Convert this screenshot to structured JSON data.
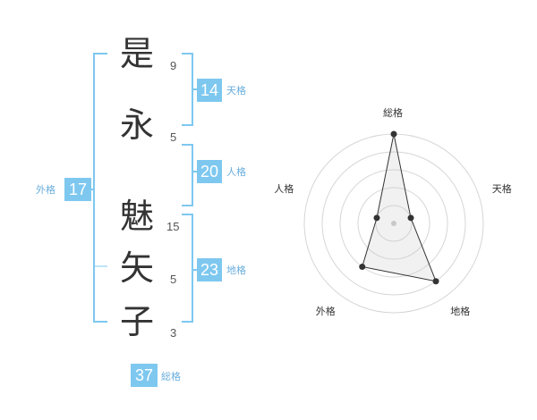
{
  "name_chars": [
    {
      "char": "是",
      "strokes": "9"
    },
    {
      "char": "永",
      "strokes": "5"
    },
    {
      "char": "魅",
      "strokes": "15"
    },
    {
      "char": "矢",
      "strokes": "5"
    },
    {
      "char": "子",
      "strokes": "3"
    }
  ],
  "fortunes": {
    "tenkaku": {
      "label": "天格",
      "value": "14"
    },
    "jinkaku": {
      "label": "人格",
      "value": "20"
    },
    "chikaku": {
      "label": "地格",
      "value": "23"
    },
    "gaikaku": {
      "label": "外格",
      "value": "17"
    },
    "soukaku": {
      "label": "総格",
      "value": "37"
    }
  },
  "colors": {
    "accent": "#7ec8f0",
    "label_text": "#6aaedc",
    "bracket": "#7ec8f0"
  },
  "chart_data": {
    "type": "radar",
    "axes": [
      "総格",
      "天格",
      "地格",
      "外格",
      "人格"
    ],
    "rings": 5,
    "values": [
      5,
      1,
      4,
      3,
      1
    ],
    "max": 5
  }
}
